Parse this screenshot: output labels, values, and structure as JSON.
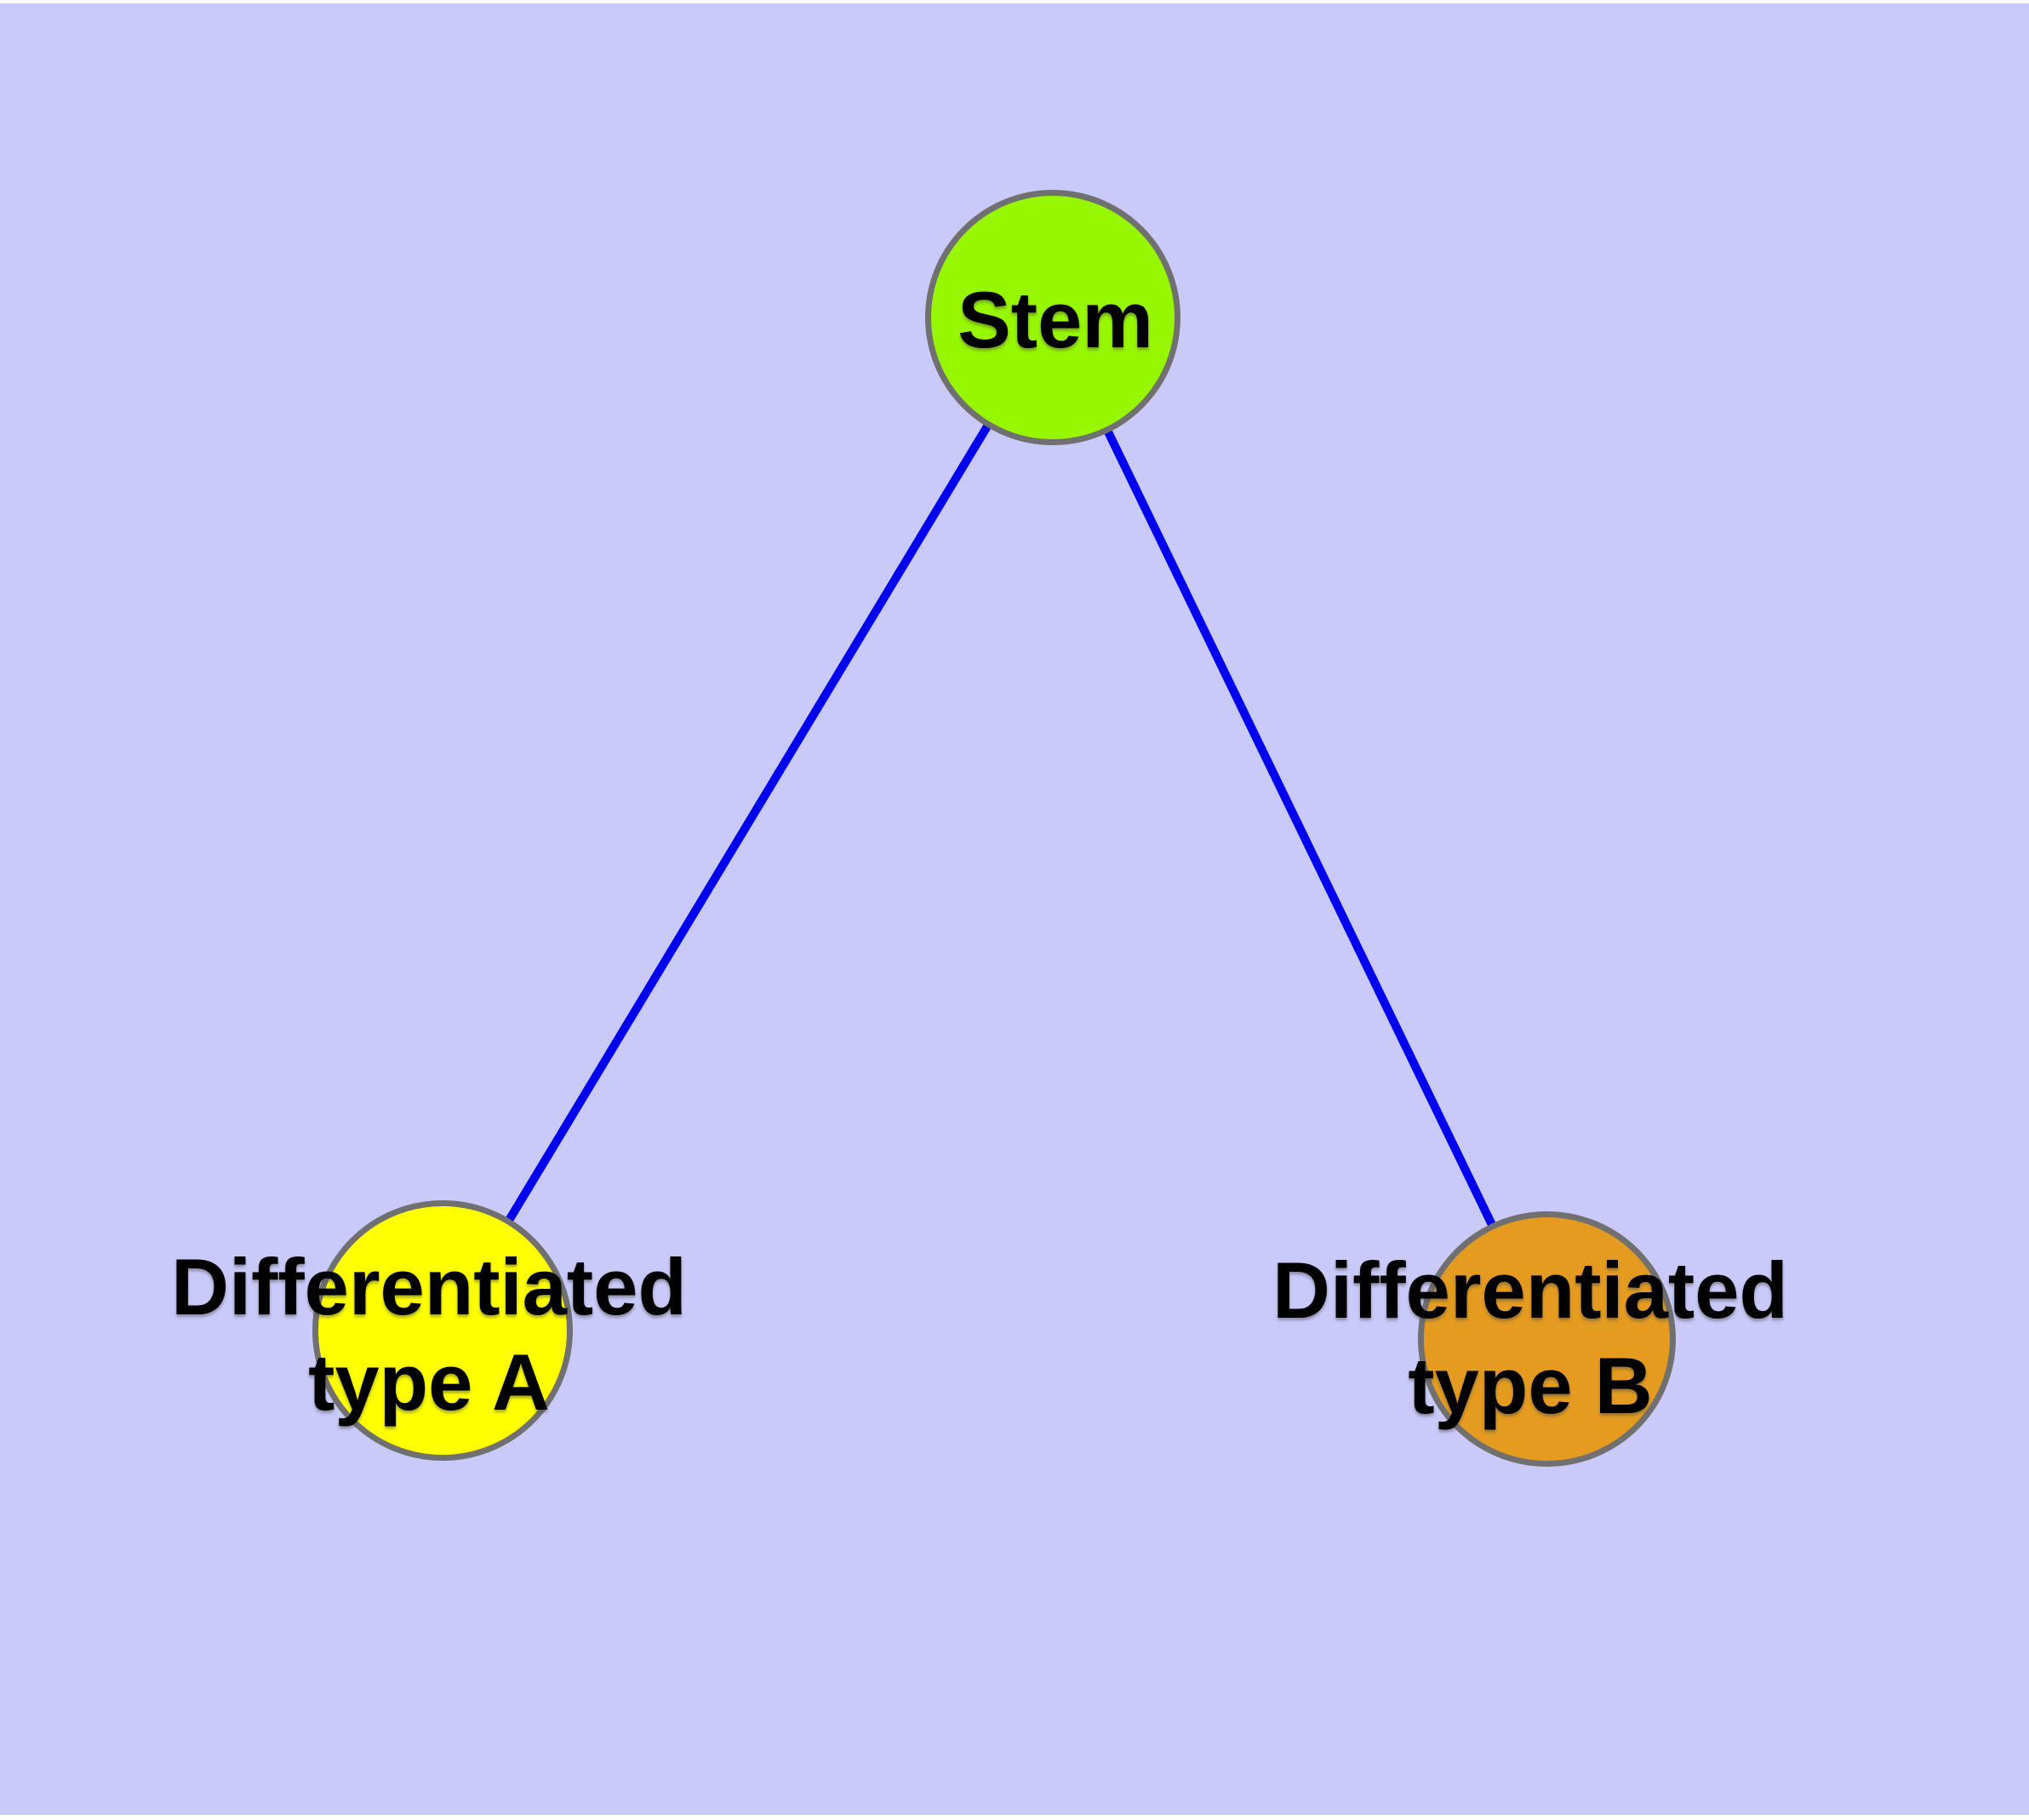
{
  "diagram": {
    "background_color": "#C9C9FA",
    "frame_color": "#FFFFFF",
    "edge_color": "#0000F0",
    "node_border_color": "#707070",
    "text_color": "#000000",
    "nodes": [
      {
        "id": "stem",
        "label": "Stem",
        "fill": "#97F700"
      },
      {
        "id": "differentiated-type-a",
        "label_line1": "Differentiated",
        "label_line2": "type A",
        "fill": "#FFFF00"
      },
      {
        "id": "differentiated-type-b",
        "label_line1": "Differentiated",
        "label_line2": "type B",
        "fill": "#E49B20"
      }
    ],
    "edges": [
      {
        "from": "Stem",
        "to": "Differentiated type A"
      },
      {
        "from": "Stem",
        "to": "Differentiated type B"
      }
    ]
  }
}
